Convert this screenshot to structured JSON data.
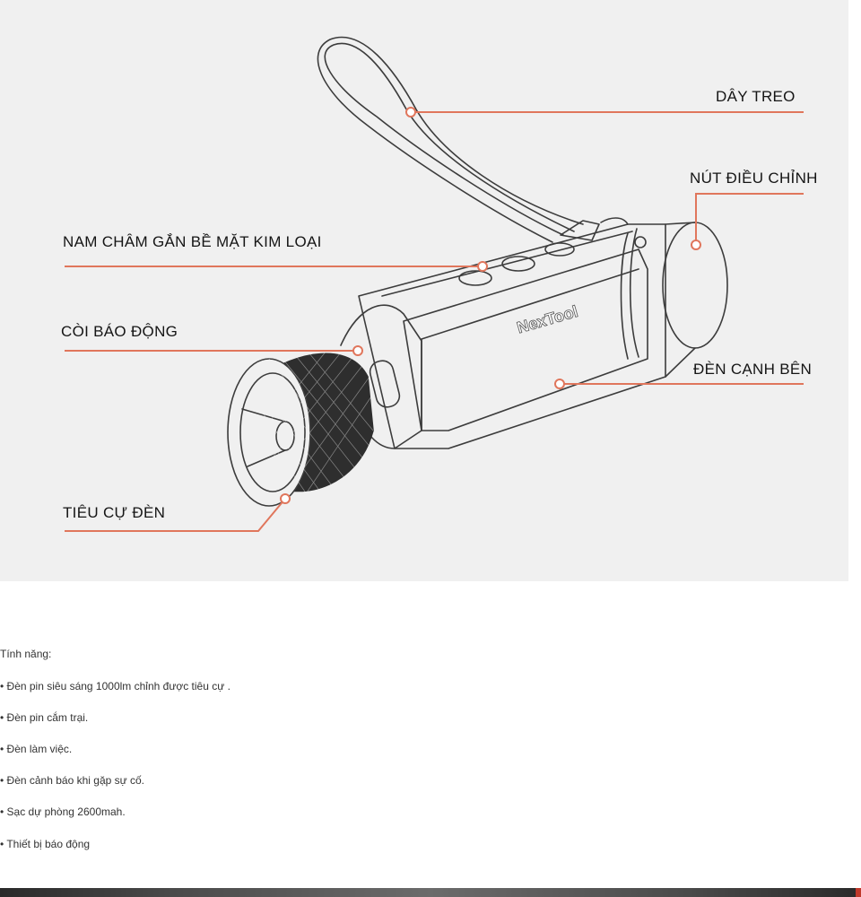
{
  "diagram": {
    "accent_color": "#e0765c",
    "brand_logo_text": "NexTool",
    "callouts": {
      "strap": "DÂY TREO",
      "adjust_button": "NÚT ĐIỀU CHỈNH",
      "magnet": "NAM CHÂM GẮN BỀ MẶT KIM LOẠI",
      "alarm_horn": "CÒI BÁO ĐỘNG",
      "side_light": "ĐÈN CẠNH BÊN",
      "focus": "TIÊU CỰ ĐÈN"
    }
  },
  "features": {
    "heading": "Tính năng:",
    "items": [
      "• Đèn pin siêu sáng 1000lm chỉnh được tiêu cự .",
      "• Đèn pin cắm trại.",
      "• Đèn làm việc.",
      "• Đèn cảnh báo khi gặp sự cố.",
      "• Sạc dự phòng 2600mah.",
      "• Thiết bị báo động"
    ]
  }
}
